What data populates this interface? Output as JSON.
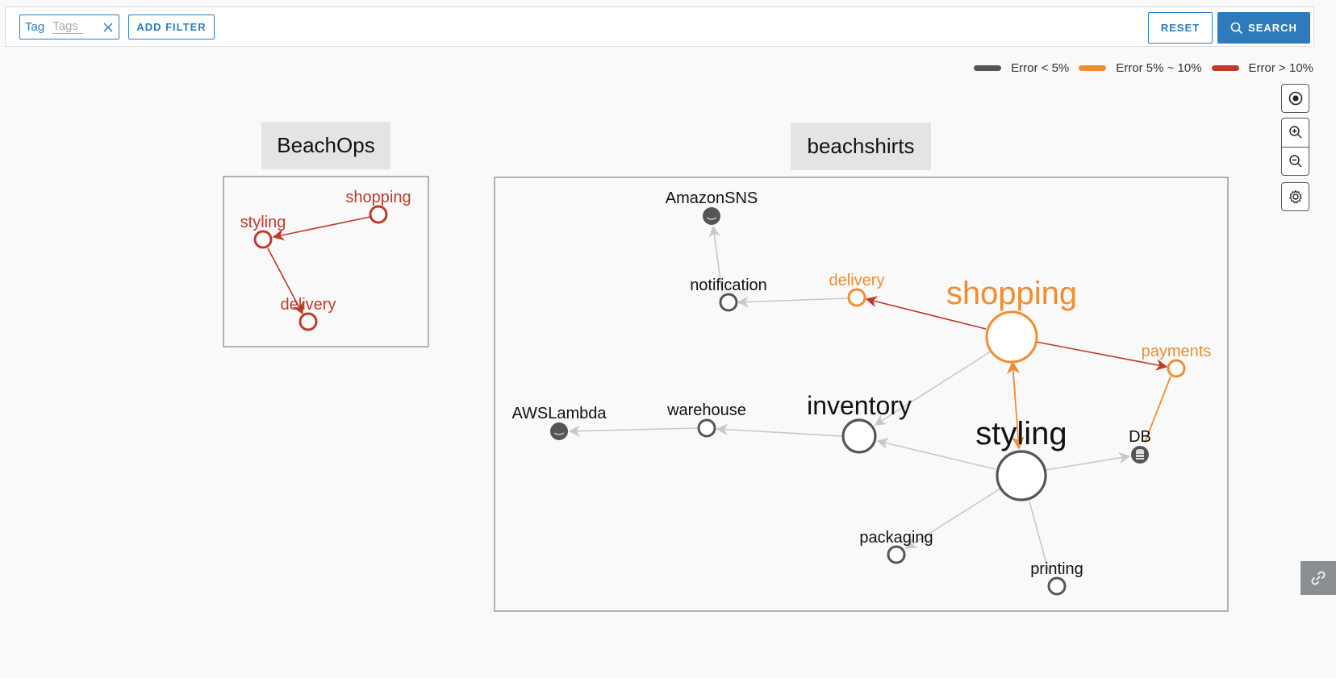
{
  "filter": {
    "tag_label": "Tag",
    "tag_placeholder": "Tags",
    "add_filter_label": "ADD FILTER",
    "reset_label": "RESET",
    "search_label": "SEARCH"
  },
  "legend": [
    {
      "label": "Error < 5%",
      "color": "#555555"
    },
    {
      "label": "Error 5% ~ 10%",
      "color": "#f08c32"
    },
    {
      "label": "Error > 10%",
      "color": "#c0392b"
    }
  ],
  "colors": {
    "accent": "#2d7bbd",
    "normal": "#555555",
    "warning": "#f08c32",
    "critical": "#c0392b",
    "edge_default": "#c8c8c8"
  },
  "controls": [
    "focus-icon",
    "zoom-in-icon",
    "zoom-out-icon",
    "gear-icon",
    "link-icon"
  ],
  "groups": [
    {
      "title": "BeachOps",
      "nodes": {
        "shopping": "shopping",
        "styling": "styling",
        "delivery": "delivery"
      }
    },
    {
      "title": "beachshirts",
      "nodes": {
        "amazonsns": "AmazonSNS",
        "notification": "notification",
        "delivery": "delivery",
        "shopping": "shopping",
        "payments": "payments",
        "awslambda": "AWSLambda",
        "warehouse": "warehouse",
        "inventory": "inventory",
        "styling": "styling",
        "db": "DB",
        "packaging": "packaging",
        "printing": "printing"
      }
    }
  ]
}
